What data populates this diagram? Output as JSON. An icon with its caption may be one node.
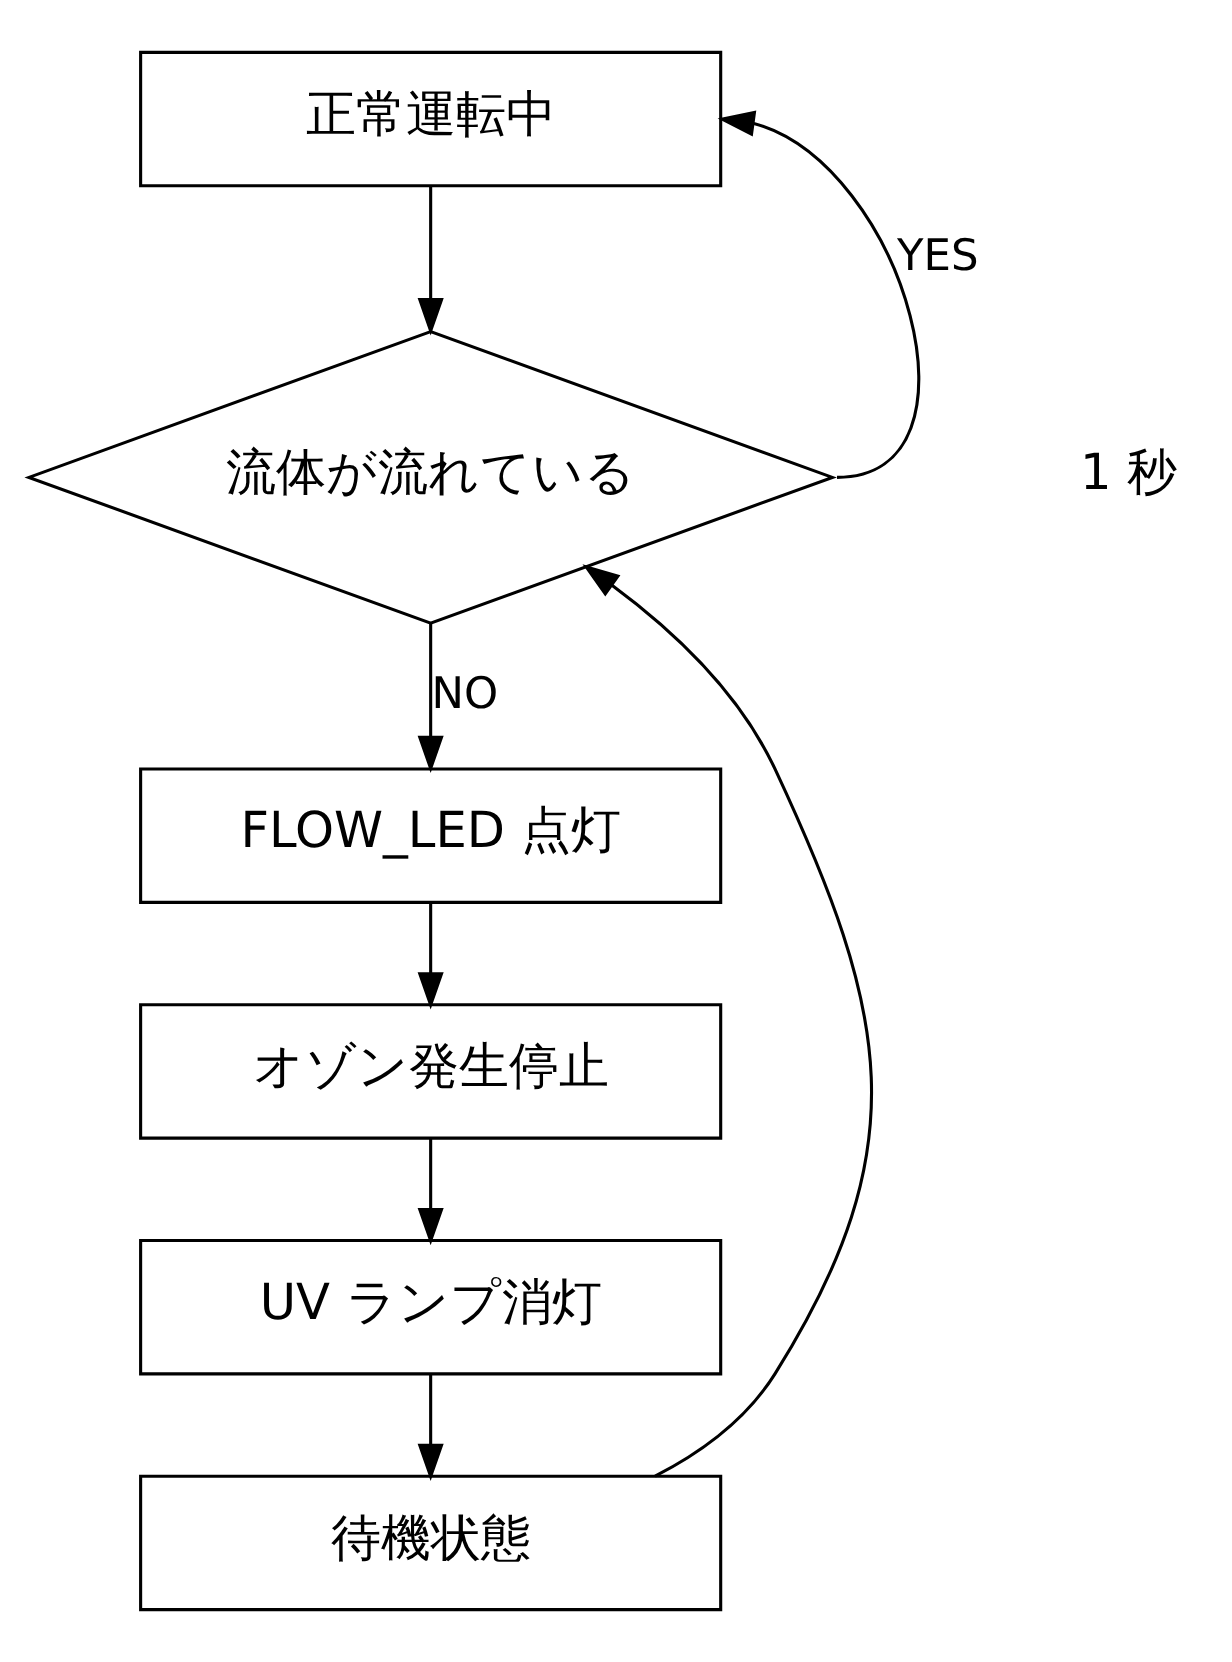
{
  "diagram": {
    "nodes": [
      {
        "text": [
          "正常運転中"
        ]
      },
      {
        "text": [
          "流体が流れている"
        ]
      },
      {
        "text": [
          "FLOW_LED 点灯"
        ]
      },
      {
        "text": [
          "オゾン発生停止"
        ]
      },
      {
        "text": [
          "UV ランプ消灯"
        ]
      },
      {
        "text": [
          "待機状態"
        ]
      }
    ],
    "edges": [
      {
        "from": 0,
        "to": 1,
        "arrow": "to"
      },
      {
        "from": 1,
        "to": 0,
        "arrow": "to",
        "label": "YES"
      },
      {
        "from": 1,
        "to": 2,
        "arrow": "to",
        "label": "NO"
      },
      {
        "from": 2,
        "to": 3,
        "arrow": "to"
      },
      {
        "from": 3,
        "to": 4,
        "arrow": "to"
      },
      {
        "from": 4,
        "to": 5,
        "arrow": "to"
      },
      {
        "from": 5,
        "to": 1,
        "arrow": "to"
      }
    ],
    "labels": [
      "1 秒"
    ]
  }
}
